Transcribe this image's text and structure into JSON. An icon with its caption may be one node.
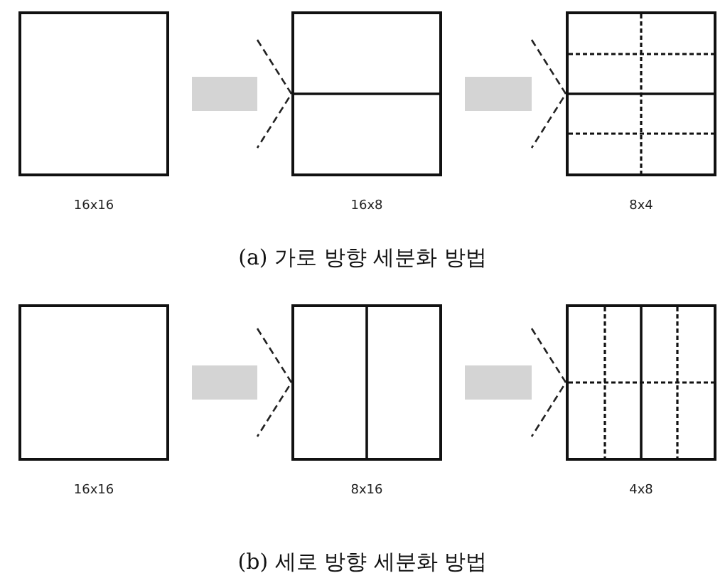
{
  "diagram": {
    "nodes": [
      {
        "text": [],
        "shape": "box",
        "beside": [
          "16x16"
        ]
      },
      {
        "text": [],
        "shape": "box",
        "beside": [
          "16x8"
        ]
      },
      {
        "text": [],
        "shape": "box",
        "beside": [
          "8x4"
        ]
      },
      {
        "text": [],
        "shape": "box",
        "beside": [
          "16x16"
        ]
      },
      {
        "text": [],
        "shape": "box",
        "beside": [
          "8x16"
        ]
      },
      {
        "text": [],
        "shape": "box",
        "beside": [
          "4x8"
        ]
      }
    ],
    "edges": [
      {
        "from": 0,
        "to": 1,
        "arrow": "to",
        "style": "dashed"
      },
      {
        "from": 1,
        "to": 2,
        "arrow": "to",
        "style": "dashed"
      },
      {
        "from": 3,
        "to": 4,
        "arrow": "to",
        "style": "dashed"
      },
      {
        "from": 4,
        "to": 5,
        "arrow": "to",
        "style": "dashed"
      }
    ],
    "labels": [
      "(a) 가로 방향 세분화 방법",
      "(b) 세로 방향 세분화 방법"
    ]
  }
}
